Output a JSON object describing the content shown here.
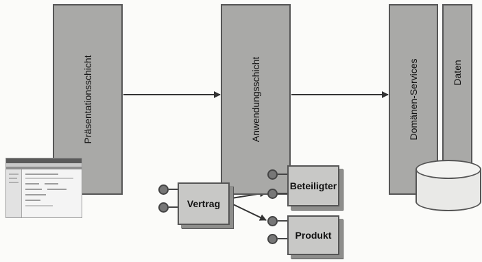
{
  "layers": {
    "presentation": "Präsentationsschicht",
    "application": "Anwendungsschicht",
    "domain_services": "Domänen-Services",
    "data": "Daten"
  },
  "components": {
    "vertrag": "Vertrag",
    "beteiligter": "Beteiligter",
    "produkt": "Produkt"
  },
  "colors": {
    "layer_fill": "#a9a9a7",
    "box_fill": "#c8c8c6",
    "outline": "#555555",
    "arrow": "#333333"
  }
}
